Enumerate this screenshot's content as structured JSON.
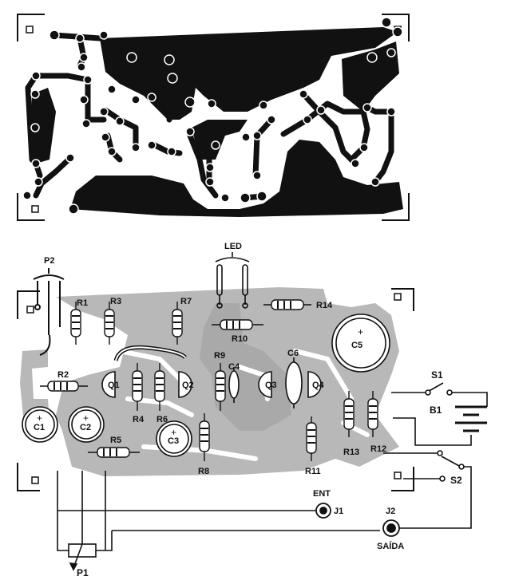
{
  "pcb": {
    "corner_marks": 4
  },
  "layout": {
    "components": {
      "pots": [
        "P2"
      ],
      "leds": [
        "LED"
      ],
      "resistors": [
        "R1",
        "R2",
        "R3",
        "R4",
        "R5",
        "R6",
        "R7",
        "R8",
        "R9",
        "R10",
        "R11",
        "R12",
        "R13",
        "R14"
      ],
      "transistors": [
        "Q1",
        "Q2",
        "Q3",
        "Q4"
      ],
      "capacitors": [
        "C1",
        "C2",
        "C3",
        "C4",
        "C5",
        "C6"
      ],
      "switches": [
        "S1",
        "S2"
      ],
      "battery": "B1",
      "jacks": [
        "J1",
        "J2"
      ],
      "jack_labels": {
        "J1": "ENT",
        "J2": "SAÍDA"
      },
      "pot_bottom": "P1"
    }
  },
  "colors": {
    "copper": "#111111",
    "board_gray": "#b8b8b8",
    "ink": "#111111"
  }
}
